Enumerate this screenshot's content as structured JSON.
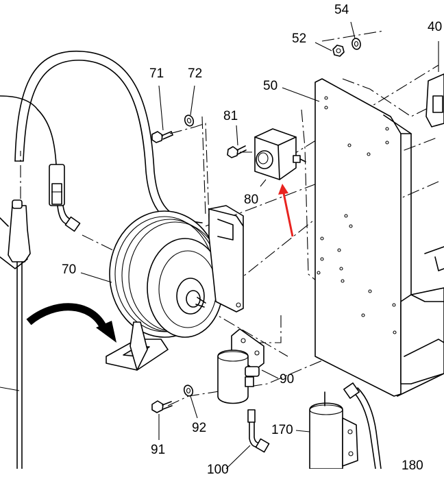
{
  "callouts": {
    "c54": "54",
    "c52": "52",
    "c40": "40",
    "c50": "50",
    "c71": "71",
    "c72": "72",
    "c81": "81",
    "c80": "80",
    "c70": "70",
    "c90": "90",
    "c91": "91",
    "c92": "92",
    "c170": "170",
    "c180": "180",
    "c100": "100"
  },
  "colors": {
    "line": "#000000",
    "background": "#ffffff",
    "pointer_arrow": "#e8231f"
  }
}
